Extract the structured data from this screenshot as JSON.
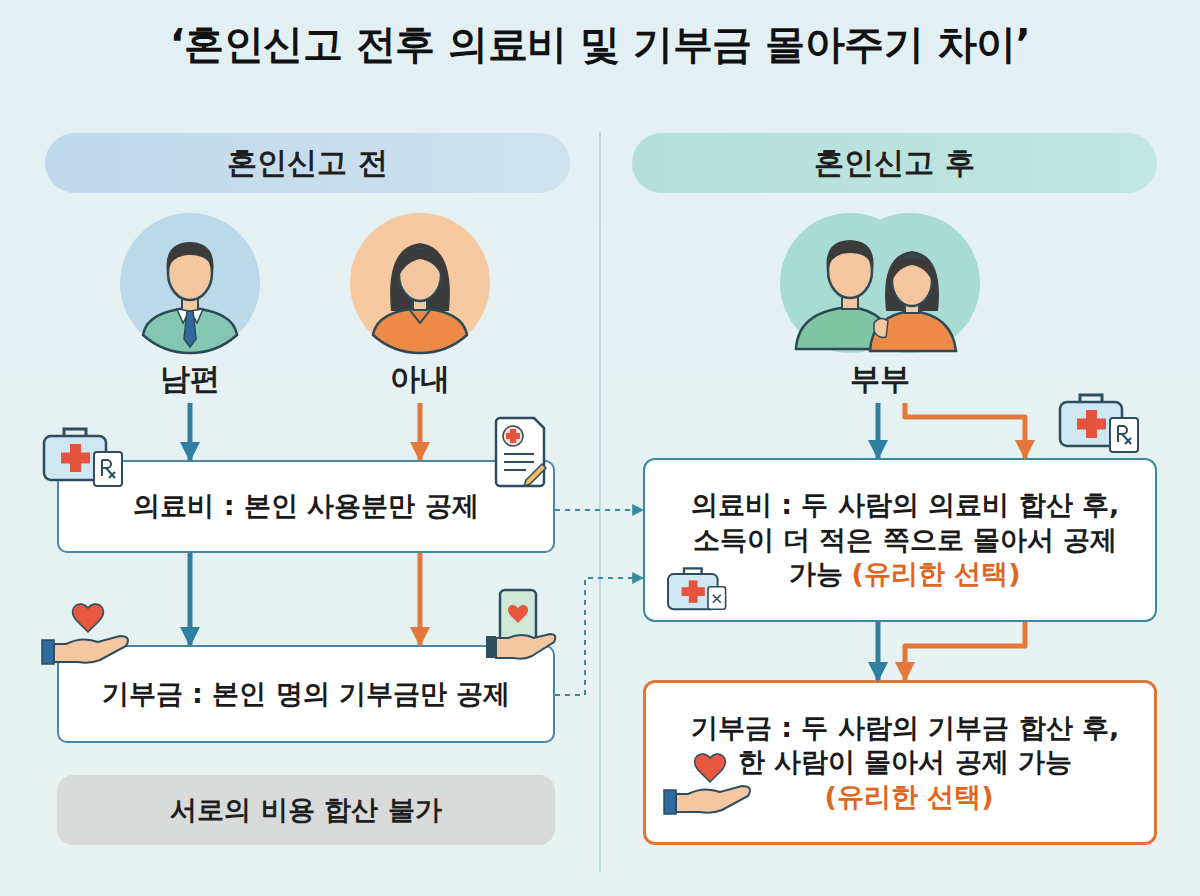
{
  "diagram": {
    "title": "‘혼인신고 전후 의료비 및 기부금 몰아주기 차이’",
    "nodes": [
      {
        "text": [
          "혼인신고 전"
        ]
      },
      {
        "text": [
          "혼인신고 후"
        ]
      },
      {
        "text": [
          "남편"
        ]
      },
      {
        "text": [
          "아내"
        ]
      },
      {
        "text": [
          "부부"
        ]
      },
      {
        "text": [
          "의료비 : 본인 사용분만 공제"
        ]
      },
      {
        "text": [
          "의료비 : 두 사람의 의료비 합산 후, 소득이 더 적은 쪽으로 몰아서 공제 가능",
          "(유리한 선택)"
        ]
      },
      {
        "text": [
          "기부금 : 본인 명의 기부금만 공제"
        ]
      },
      {
        "text": [
          "기부금 : 두 사람의 기부금 합산 후, 한 사람이 몰아서 공제 가능",
          "(유리한 선택)"
        ]
      },
      {
        "text": [
          "서로의 비용 합산 불가"
        ]
      }
    ],
    "edges": [
      {
        "from": 2,
        "to": 5,
        "arrow": "to"
      },
      {
        "from": 3,
        "to": 5,
        "arrow": "to"
      },
      {
        "from": 5,
        "to": 7,
        "arrow": "to"
      },
      {
        "from": 5,
        "to": 7,
        "arrow": "to"
      },
      {
        "from": 5,
        "to": 6,
        "arrow": "to"
      },
      {
        "from": 7,
        "to": 6,
        "arrow": "to"
      },
      {
        "from": 4,
        "to": 6,
        "arrow": "to"
      },
      {
        "from": 4,
        "to": 6,
        "arrow": "to"
      },
      {
        "from": 6,
        "to": 8,
        "arrow": "to"
      },
      {
        "from": 6,
        "to": 8,
        "arrow": "to"
      }
    ]
  }
}
